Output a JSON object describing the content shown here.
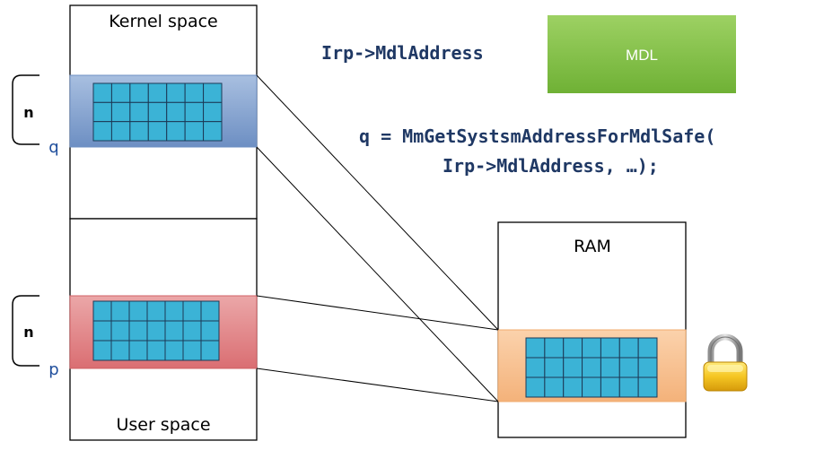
{
  "address_space": {
    "kernel_label": "Kernel space",
    "user_label": "User space"
  },
  "buffers": {
    "kernel_size_label": "n",
    "kernel_pointer_label": "q",
    "user_size_label": "n",
    "user_pointer_label": "p"
  },
  "ram": {
    "label": "RAM"
  },
  "mdl": {
    "field_label": "Irp->MdlAddress",
    "block_label": "MDL"
  },
  "code": {
    "line1": "q = MmGetSystsmAddressForMdlSafe(",
    "line2": "Irp->MdlAddress, …);"
  },
  "icons": {
    "lock": "padlock-icon"
  },
  "colors": {
    "kernel_buffer": "#7a99c7",
    "user_buffer": "#e07d7f",
    "ram_buffer": "#f7c08c",
    "page_cell": "#3bb3d6",
    "mdl_green": "#86c24a",
    "code_text": "#1f3864",
    "pointer_text": "#1f4e9c"
  }
}
